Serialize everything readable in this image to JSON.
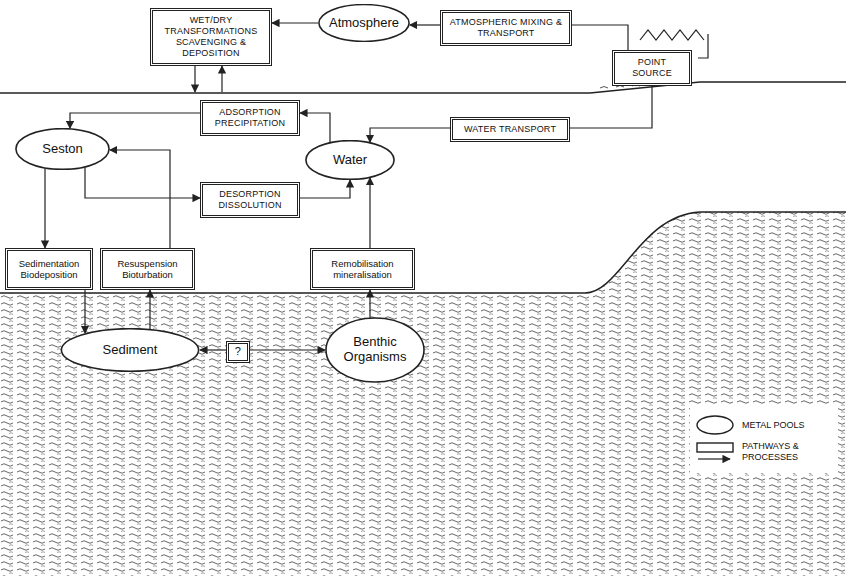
{
  "diagram": {
    "nodes": [
      {
        "text": [
          "WET/DRY TRANSFORMATIONS SCAVENGING & DEPOSITION"
        ]
      },
      {
        "text": [
          "Atmosphere"
        ]
      },
      {
        "text": [
          "ATMOSPHERIC MIXING & TRANSPORT"
        ]
      },
      {
        "text": [
          "POINT SOURCE"
        ]
      },
      {
        "text": [
          "ADSORPTION PRECIPITATION"
        ]
      },
      {
        "text": [
          "Seston"
        ]
      },
      {
        "text": [
          "Water"
        ]
      },
      {
        "text": [
          "WATER TRANSPORT"
        ]
      },
      {
        "text": [
          "DESORPTION DISSOLUTION"
        ]
      },
      {
        "text": [
          "Sedimentation Biodeposition"
        ]
      },
      {
        "text": [
          "Resuspension Bioturbation"
        ]
      },
      {
        "text": [
          "Remobilisation mineralisation"
        ]
      },
      {
        "text": [
          "Sediment"
        ]
      },
      {
        "text": [
          "?"
        ]
      },
      {
        "text": [
          "Benthic Organisms"
        ]
      }
    ],
    "edges": [
      {
        "from": 1,
        "to": 0,
        "arrow": "to"
      },
      {
        "from": 3,
        "to": 2,
        "arrow": "none"
      },
      {
        "from": 2,
        "to": 1,
        "arrow": "to"
      },
      {
        "from": 3,
        "to": 7,
        "arrow": "none"
      },
      {
        "from": 7,
        "to": 6,
        "arrow": "to"
      },
      {
        "from": 6,
        "to": 4,
        "arrow": "to"
      },
      {
        "from": 4,
        "to": 5,
        "arrow": "to"
      },
      {
        "from": 5,
        "to": 8,
        "arrow": "to"
      },
      {
        "from": 8,
        "to": 6,
        "arrow": "to"
      },
      {
        "from": 5,
        "to": 9,
        "arrow": "to"
      },
      {
        "from": 9,
        "to": 12,
        "arrow": "to"
      },
      {
        "from": 12,
        "to": 10,
        "arrow": "to"
      },
      {
        "from": 10,
        "to": 5,
        "arrow": "to"
      },
      {
        "from": 14,
        "to": 11,
        "arrow": "to"
      },
      {
        "from": 11,
        "to": 6,
        "arrow": "to"
      },
      {
        "from": 13,
        "to": 12,
        "arrow": "to"
      },
      {
        "from": 13,
        "to": 14,
        "arrow": "to"
      }
    ],
    "legend": [
      {
        "text": "METAL POOLS"
      },
      {
        "text": "PATHWAYS & PROCESSES"
      }
    ]
  }
}
